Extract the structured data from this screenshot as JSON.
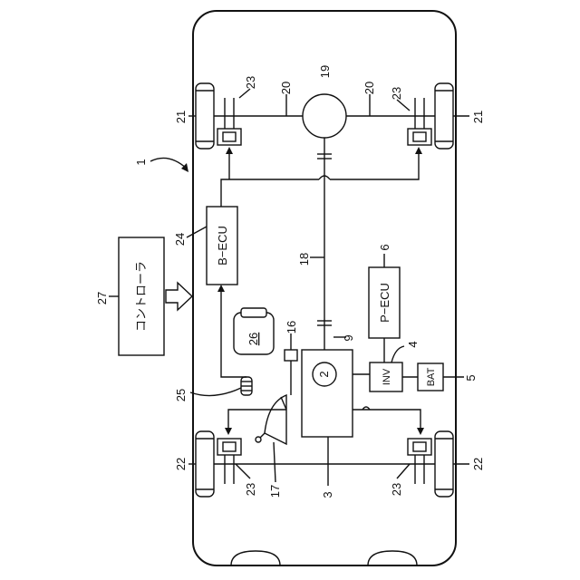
{
  "diagram": {
    "labels": {
      "system": "1",
      "motor_number": "2",
      "motor_unit": "3",
      "connector": "4",
      "battery_ref": "5",
      "pecu_ref": "6",
      "joint": "9",
      "brake_pedal": "16",
      "pedal_sensor": "17",
      "shaft": "18",
      "differential": "19",
      "axle_left": "20",
      "axle_right": "20",
      "front_wheel_left": "21",
      "front_wheel_right": "21",
      "rear_wheel_left": "22",
      "rear_wheel_right": "22",
      "caliper_fl": "23",
      "caliper_fr": "23",
      "caliper_rl": "23",
      "caliper_rr": "23",
      "becu_ref": "24",
      "sensor_ref": "25",
      "storage_ref": "26",
      "controller_ref": "27"
    },
    "boxes": {
      "becu": "B−ECU",
      "pecu": "P−ECU",
      "inv": "INV",
      "bat": "BAT",
      "controller": "コントローラ",
      "storage": "26"
    }
  }
}
